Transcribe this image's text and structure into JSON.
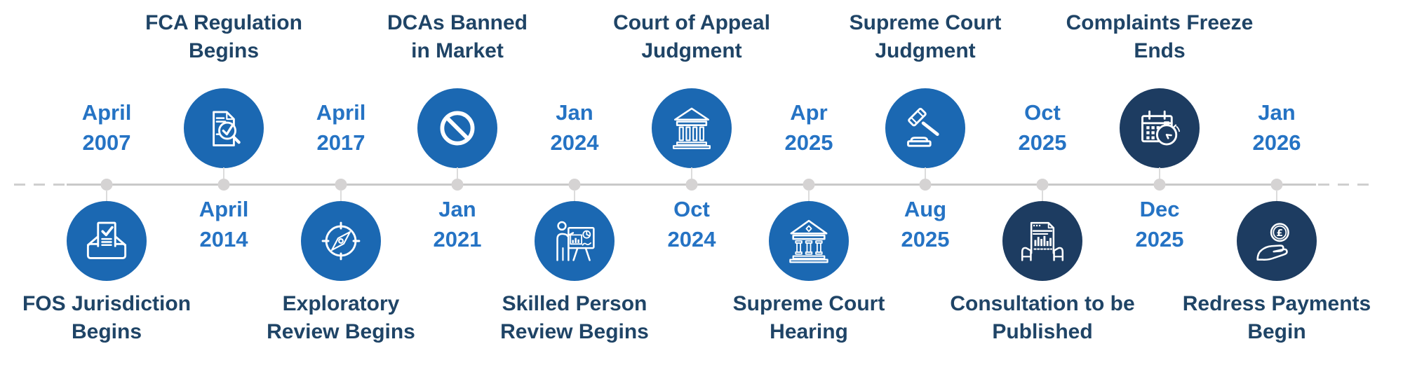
{
  "colors": {
    "circle_blue": "#1B68B2",
    "circle_navy": "#1D3C61",
    "title_text": "#1F4466",
    "date_text": "#2573C4",
    "timeline_line": "#C9C9C9",
    "timeline_dot": "#D5D3D3",
    "icon_stroke": "#FFFFFF"
  },
  "timeline": {
    "events": [
      {
        "date_line1": "April",
        "date_line2": "2007",
        "title_line1": "FOS Jurisdiction",
        "title_line2": "Begins",
        "icon": "inbox-check-icon",
        "icon_side": "below",
        "circle_style": "blue"
      },
      {
        "date_line1": "April",
        "date_line2": "2014",
        "title_line1": "FCA Regulation",
        "title_line2": "Begins",
        "icon": "document-magnifier-check-icon",
        "icon_side": "above",
        "circle_style": "blue"
      },
      {
        "date_line1": "April",
        "date_line2": "2017",
        "title_line1": "Exploratory",
        "title_line2": "Review Begins",
        "icon": "compass-icon",
        "icon_side": "below",
        "circle_style": "blue"
      },
      {
        "date_line1": "Jan",
        "date_line2": "2021",
        "title_line1": "DCAs Banned",
        "title_line2": "in Market",
        "icon": "prohibition-icon",
        "icon_side": "above",
        "circle_style": "blue"
      },
      {
        "date_line1": "Jan",
        "date_line2": "2024",
        "title_line1": "Skilled Person",
        "title_line2": "Review Begins",
        "icon": "presenter-chart-board-icon",
        "icon_side": "below",
        "circle_style": "blue"
      },
      {
        "date_line1": "Oct",
        "date_line2": "2024",
        "title_line1": "Court of Appeal",
        "title_line2": "Judgment",
        "icon": "courthouse-icon",
        "icon_side": "above",
        "circle_style": "blue"
      },
      {
        "date_line1": "Apr",
        "date_line2": "2025",
        "title_line1": "Supreme Court",
        "title_line2": "Hearing",
        "icon": "courthouse-ornate-icon",
        "icon_side": "below",
        "circle_style": "blue"
      },
      {
        "date_line1": "Aug",
        "date_line2": "2025",
        "title_line1": "Supreme Court",
        "title_line2": "Judgment",
        "icon": "gavel-icon",
        "icon_side": "above",
        "circle_style": "blue"
      },
      {
        "date_line1": "Oct",
        "date_line2": "2025",
        "title_line1": "Consultation to be",
        "title_line2": "Published",
        "icon": "hands-holding-report-icon",
        "icon_side": "below",
        "circle_style": "navy"
      },
      {
        "date_line1": "Dec",
        "date_line2": "2025",
        "title_line1": "Complaints Freeze",
        "title_line2": "Ends",
        "icon": "calendar-stopwatch-icon",
        "icon_side": "above",
        "circle_style": "navy"
      },
      {
        "date_line1": "Jan",
        "date_line2": "2026",
        "title_line1": "Redress Payments",
        "title_line2": "Begin",
        "icon": "hand-coin-pound-icon",
        "icon_side": "below",
        "circle_style": "navy"
      }
    ]
  }
}
